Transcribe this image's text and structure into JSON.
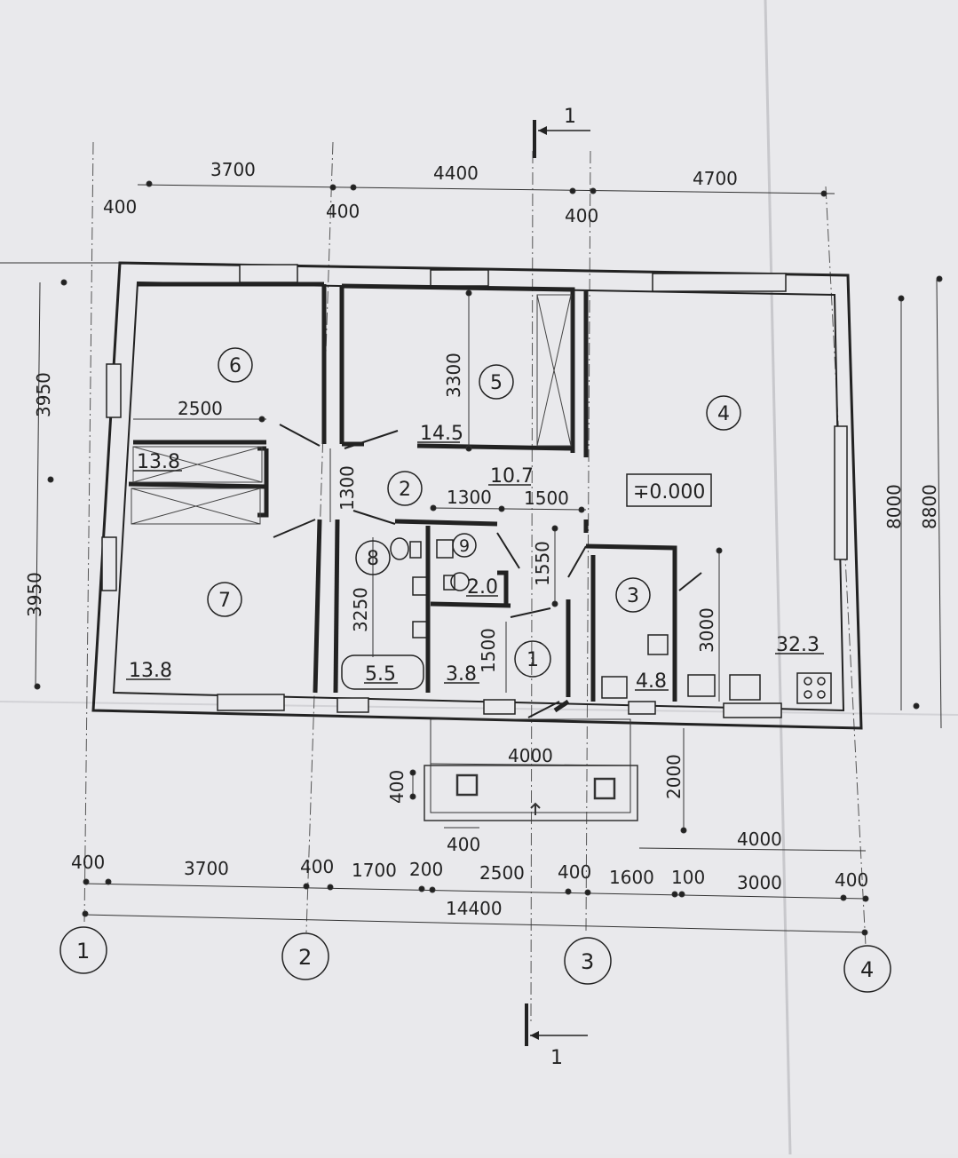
{
  "section_marks": {
    "top": "1",
    "bottom": "1"
  },
  "level_mark": "∓0.000",
  "top_dims": {
    "span_1_2": "3700",
    "span_2_3": "4400",
    "span_3_4": "4700",
    "wall_1": "400",
    "wall_2": "400",
    "wall_3": "400"
  },
  "left_dims": {
    "upper": "3950",
    "lower": "3950"
  },
  "right_dims": {
    "inner": "8000",
    "outer": "8800"
  },
  "inner_dims": {
    "corridor_w": "2500",
    "room5_h": "3300",
    "hall_h": "1300",
    "bath_w": "1300",
    "wc_w": "1500",
    "wc_h": "1550",
    "room8_h": "3250",
    "room1_h": "1500",
    "room3_h": "3000"
  },
  "porch_dims": {
    "width": "4000",
    "depth": "2000",
    "post": "400",
    "post_gap": "400",
    "offset": "4000"
  },
  "bottom_dims": {
    "d1": "400",
    "d2": "3700",
    "d3": "400",
    "d4": "1700",
    "d5": "200",
    "d6": "2500",
    "d7": "400",
    "d8": "1600",
    "d9": "100",
    "d10": "3000",
    "d11": "400",
    "total": "14400"
  },
  "axes": [
    "1",
    "2",
    "3",
    "4"
  ],
  "rooms": [
    {
      "num": "1",
      "area": "3.8"
    },
    {
      "num": "2",
      "area": "10.7"
    },
    {
      "num": "3",
      "area": "4.8"
    },
    {
      "num": "4",
      "area": "32.3"
    },
    {
      "num": "5",
      "area": "14.5"
    },
    {
      "num": "6",
      "area": "13.8"
    },
    {
      "num": "7",
      "area": "13.8"
    },
    {
      "num": "8",
      "area": "5.5"
    },
    {
      "num": "9",
      "area": "2.0"
    }
  ]
}
